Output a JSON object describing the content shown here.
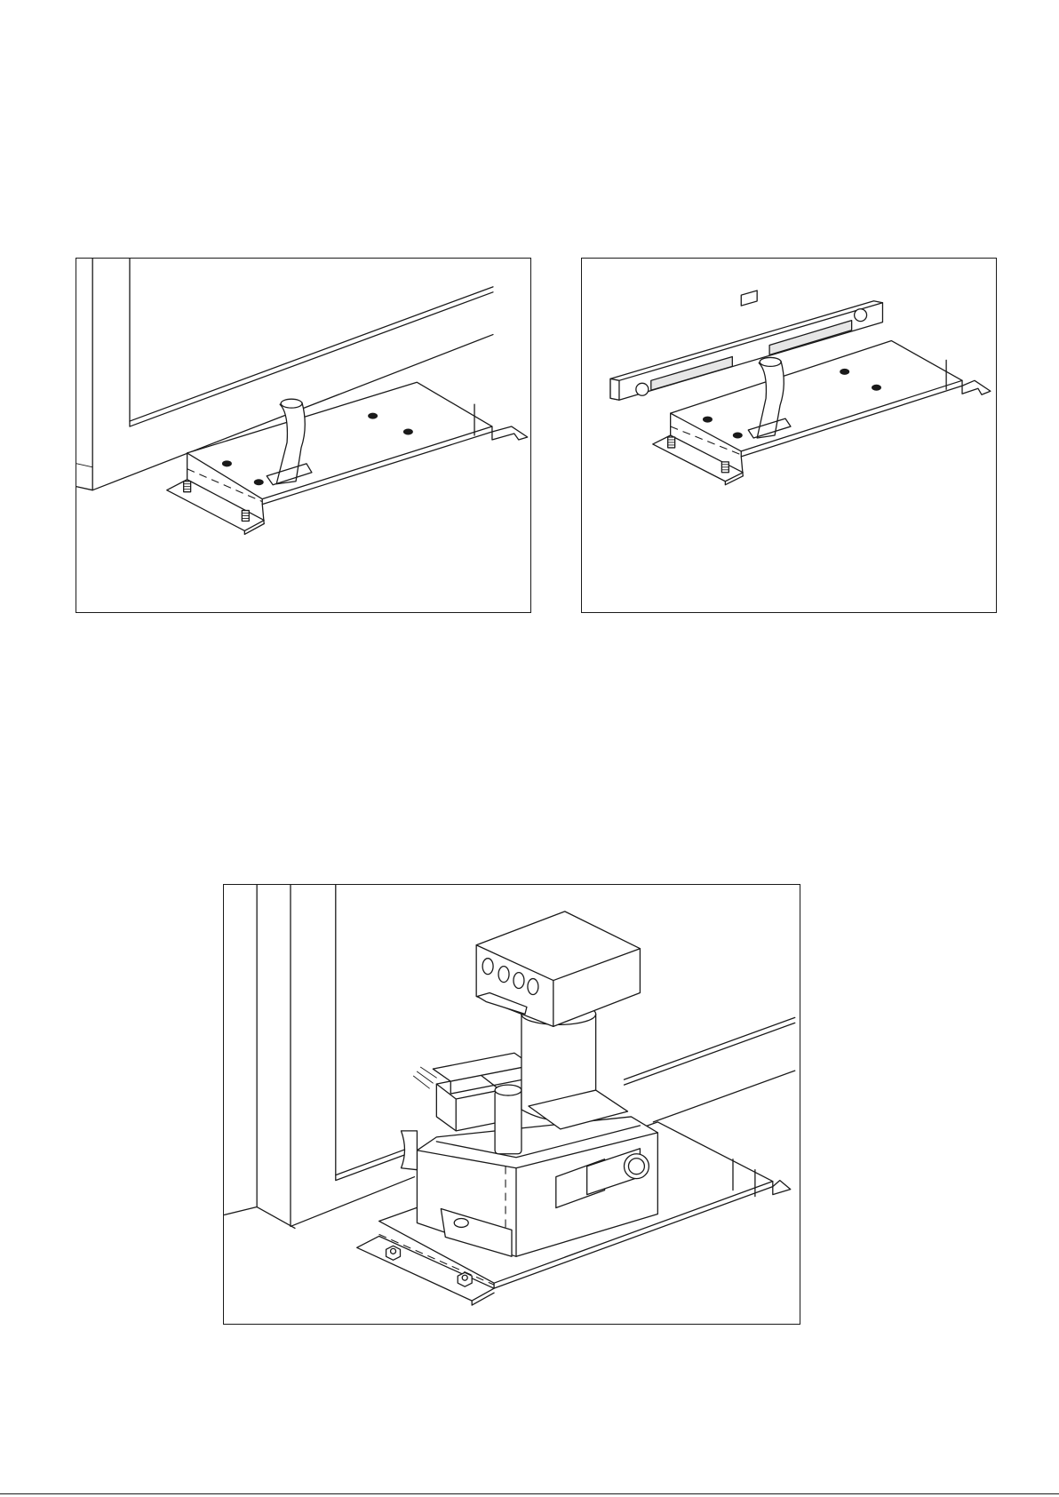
{
  "document": {
    "figures": [
      {
        "id": "fig-1",
        "icon": "base-plate-under-gate-illustration"
      },
      {
        "id": "fig-2",
        "icon": "base-plate-with-level-illustration"
      },
      {
        "id": "fig-3",
        "icon": "hydraulic-operator-installed-illustration"
      }
    ]
  }
}
